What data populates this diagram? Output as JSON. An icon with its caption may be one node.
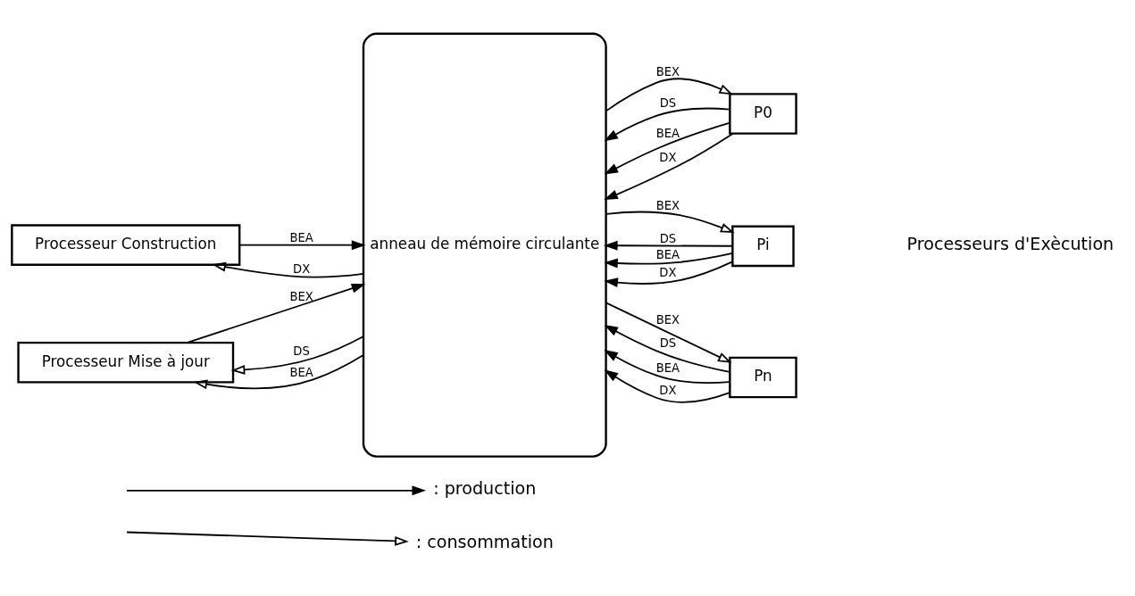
{
  "diagram": {
    "nodes": [
      {
        "text": [
          "Processeur Construction"
        ]
      },
      {
        "text": [
          "Processeur Mise à jour"
        ]
      },
      {
        "text": [
          "anneau de mémoire circulante"
        ]
      },
      {
        "text": [
          "P0"
        ]
      },
      {
        "text": [
          "Pi"
        ]
      },
      {
        "text": [
          "Pn"
        ]
      }
    ],
    "edges": [
      {
        "from": 2,
        "to": 0,
        "arrow": "to",
        "label": "DX"
      },
      {
        "from": 0,
        "to": 2,
        "arrow": "to",
        "label": "BEA"
      },
      {
        "from": 2,
        "to": 1,
        "arrow": "to",
        "label": "DS"
      },
      {
        "from": 2,
        "to": 1,
        "arrow": "to",
        "label": "BEA"
      },
      {
        "from": 1,
        "to": 2,
        "arrow": "to",
        "label": "BEX"
      },
      {
        "from": 2,
        "to": 3,
        "arrow": "to",
        "label": "BEX"
      },
      {
        "from": 3,
        "to": 2,
        "arrow": "to",
        "label": "DS"
      },
      {
        "from": 3,
        "to": 2,
        "arrow": "to",
        "label": "BEA"
      },
      {
        "from": 3,
        "to": 2,
        "arrow": "to",
        "label": "DX"
      },
      {
        "from": 2,
        "to": 4,
        "arrow": "to",
        "label": "BEX"
      },
      {
        "from": 4,
        "to": 2,
        "arrow": "to",
        "label": "DS"
      },
      {
        "from": 4,
        "to": 2,
        "arrow": "to",
        "label": "BEA"
      },
      {
        "from": 4,
        "to": 2,
        "arrow": "to",
        "label": "DX"
      },
      {
        "from": 2,
        "to": 5,
        "arrow": "to",
        "label": "BEX"
      },
      {
        "from": 5,
        "to": 2,
        "arrow": "to",
        "label": "DS"
      },
      {
        "from": 5,
        "to": 2,
        "arrow": "to",
        "label": "BEA"
      },
      {
        "from": 5,
        "to": 2,
        "arrow": "to",
        "label": "DX"
      }
    ],
    "labels": [
      "Processeurs d'Exècution"
    ],
    "legend": [
      {
        "text": ": production"
      },
      {
        "text": ": consommation"
      }
    ]
  }
}
